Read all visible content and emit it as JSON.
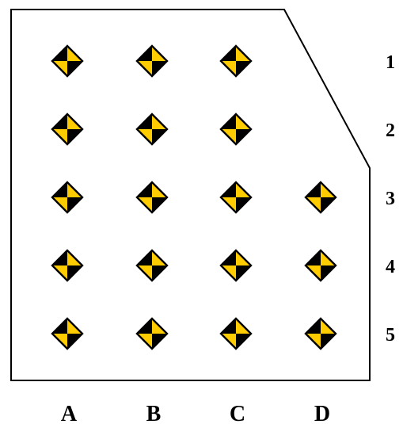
{
  "columns": [
    "A",
    "B",
    "C",
    "D"
  ],
  "rows": [
    "1",
    "2",
    "3",
    "4",
    "5"
  ],
  "missing_markers": [
    {
      "column": "D",
      "row": "1"
    },
    {
      "column": "D",
      "row": "2"
    }
  ],
  "marker": {
    "icon": "yellow-black-diamond-icon",
    "fill_light": "#FFCC00",
    "fill_dark": "#000000",
    "outline": "#000000"
  },
  "board": {
    "background": "#FFFFFF",
    "outline": "#000000",
    "corner": "top-right corner cut diagonally"
  }
}
